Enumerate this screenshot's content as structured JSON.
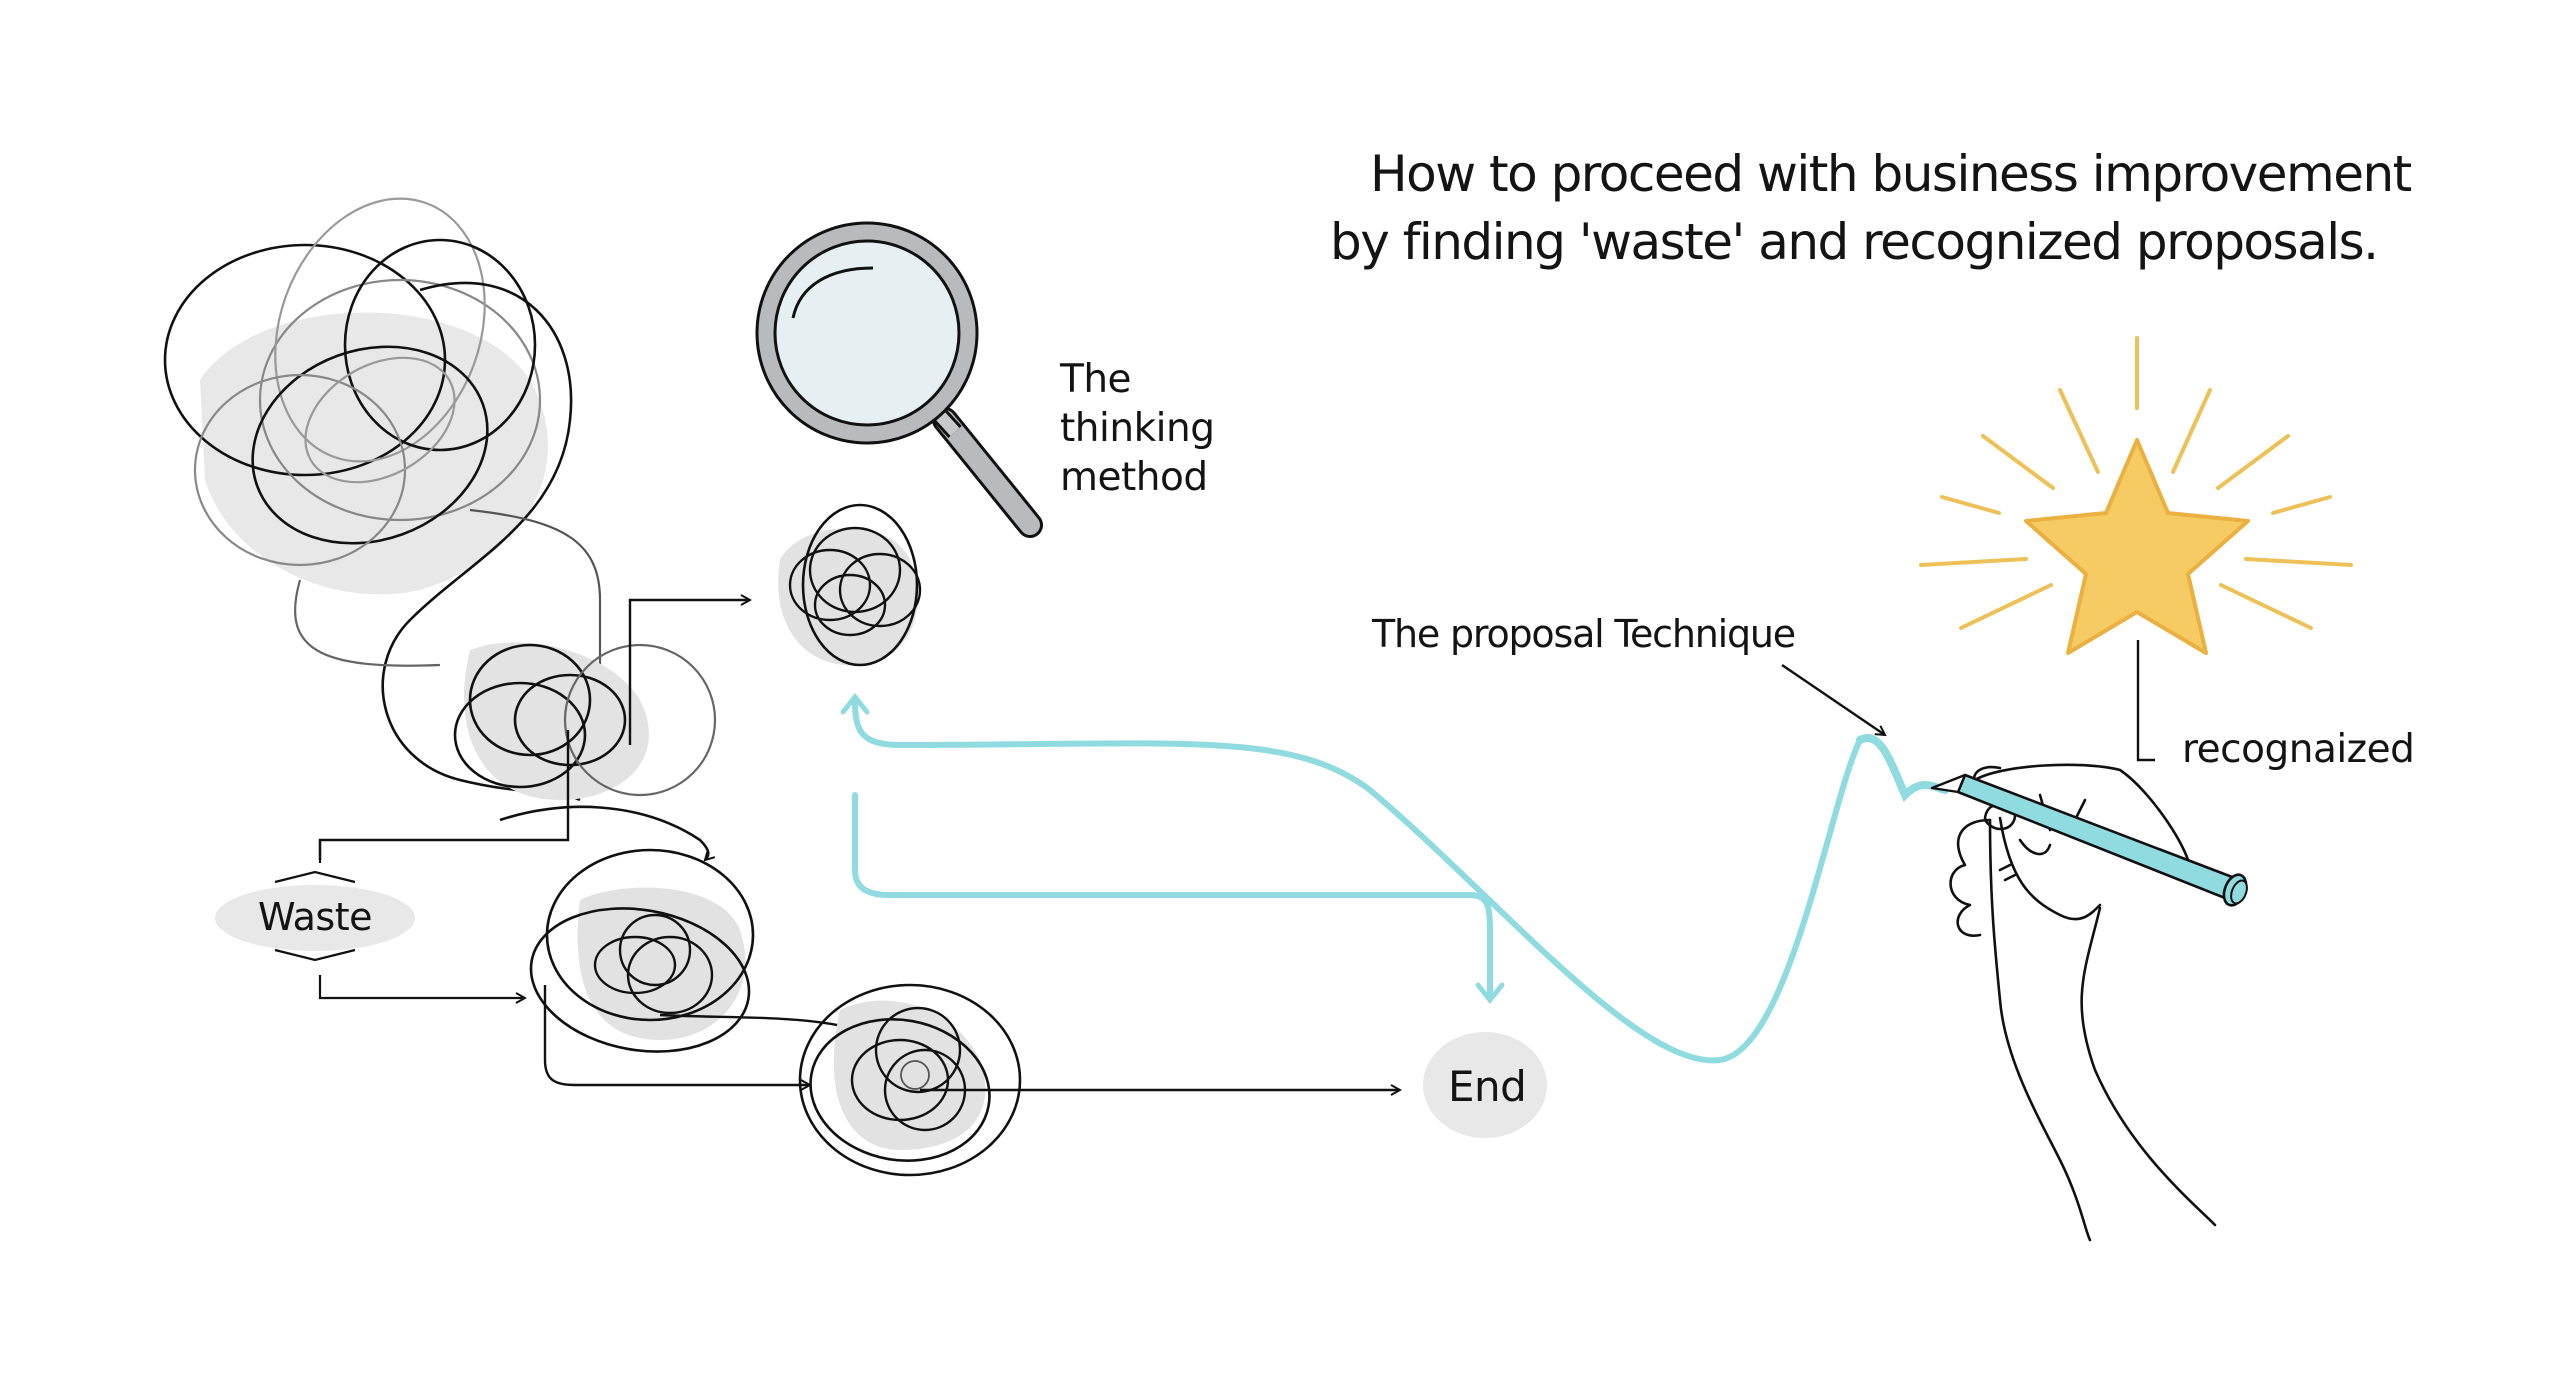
{
  "title": {
    "line1": "How to proceed with business improvement",
    "line2": "by finding 'waste' and recognized proposals."
  },
  "labels": {
    "thinking_method": [
      "The",
      "thinking",
      "method"
    ],
    "proposal_technique": "The proposal Technique",
    "recognized": "recognaized",
    "waste": "Waste",
    "end": "End"
  },
  "icons": [
    "magnifying-glass-icon",
    "star-icon",
    "hand-with-pen-icon",
    "tangled-scribble-icon"
  ],
  "colors": {
    "ink": "#111111",
    "accent_teal": "#8fdbe0",
    "star_fill": "#f7cb63",
    "star_stroke": "#eab040",
    "node_gray": "#e4e4e4",
    "lens_fill": "#e6f0f3",
    "metal_gray": "#b9babd"
  }
}
